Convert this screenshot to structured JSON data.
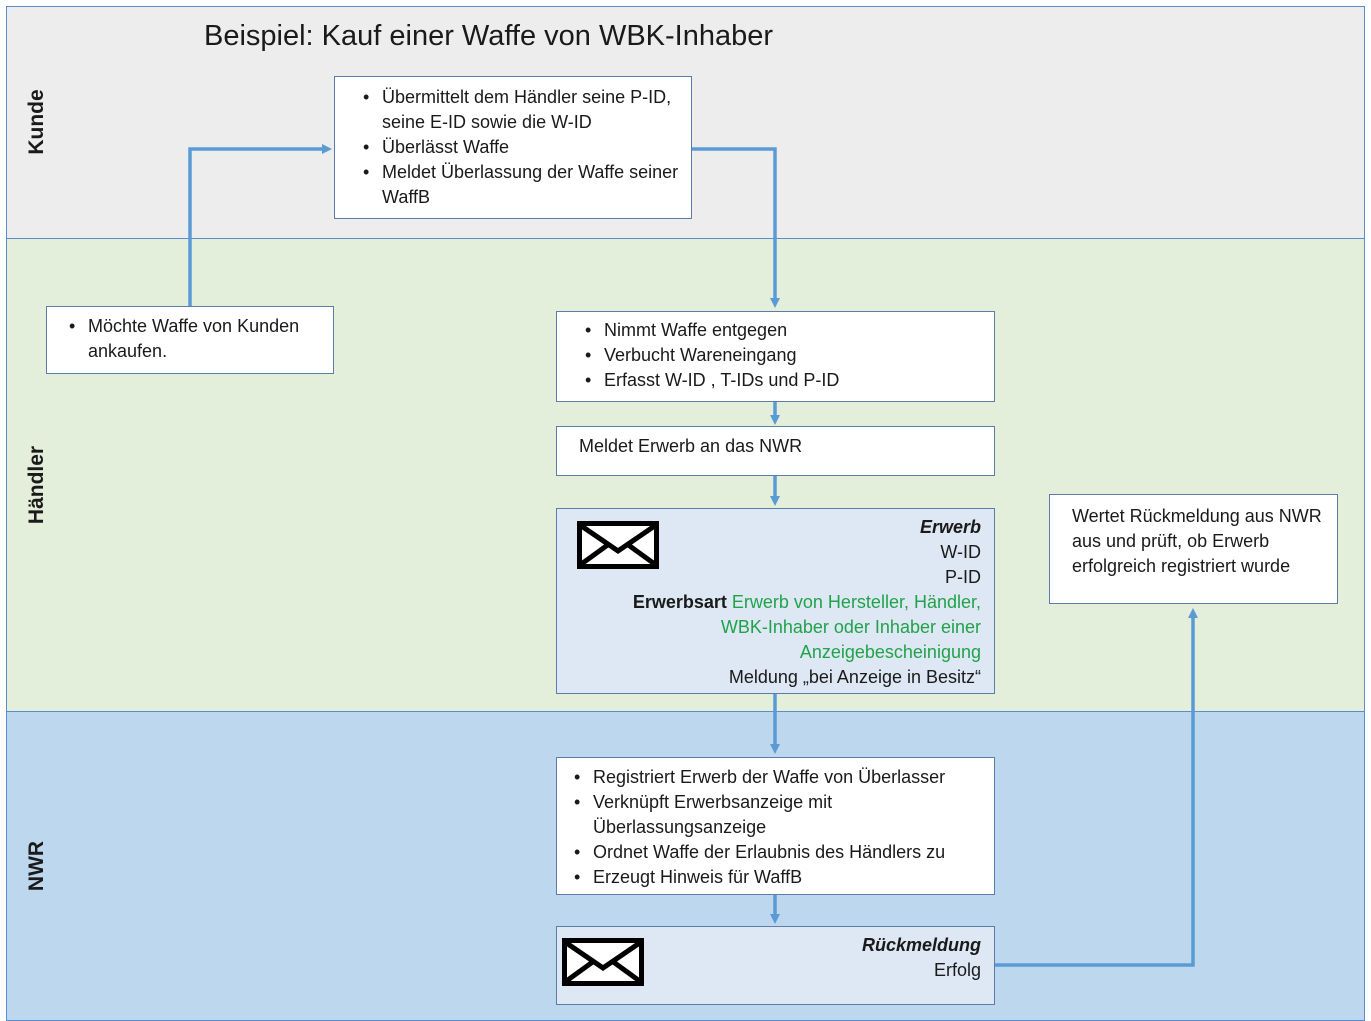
{
  "title": "Beispiel: Kauf einer Waffe von WBK-Inhaber",
  "lanes": {
    "kunde": "Kunde",
    "haendler": "Händler",
    "nwr": "NWR"
  },
  "kunde_box": {
    "items": [
      "Übermittelt dem Händler seine P-ID, seine E-ID sowie die W-ID",
      "Überlässt Waffe",
      "Meldet Überlassung der Waffe seiner WaffB"
    ]
  },
  "ankauf_box": {
    "items": [
      "Möchte Waffe von Kunden ankaufen."
    ]
  },
  "entgegen_box": {
    "items": [
      "Nimmt Waffe entgegen",
      "Verbucht Wareneingang",
      "Erfasst W-ID , T-IDs und P-ID"
    ]
  },
  "meldet_box": {
    "text": "Meldet Erwerb an das NWR"
  },
  "erwerb_msg": {
    "title": "Erwerb",
    "line1": "W-ID",
    "line2": "P-ID",
    "erwerbsart_label": "Erwerbsart",
    "erwerbsart_value_1": "Erwerb von Hersteller, Händler,",
    "erwerbsart_value_2": "WBK-Inhaber oder Inhaber einer",
    "erwerbsart_value_3": "Anzeigebescheinigung",
    "line_last": "Meldung „bei Anzeige in Besitz“"
  },
  "auswertung_box": {
    "text": "Wertet Rückmeldung aus NWR aus und prüft, ob Erwerb erfolgreich registriert wurde"
  },
  "nwr_box": {
    "items": [
      "Registriert Erwerb der Waffe von Überlasser",
      "Verknüpft Erwerbsanzeige mit Überlassungsanzeige",
      "Ordnet Waffe der Erlaubnis des Händlers zu",
      "Erzeugt Hinweis für WaffB"
    ]
  },
  "rueck_msg": {
    "title": "Rückmeldung",
    "line1": "Erfolg"
  },
  "colors": {
    "arrow": "#5b9bd5",
    "lane_kunde": "#ededed",
    "lane_haendler": "#e3eedb",
    "lane_nwr": "#bdd7ee",
    "green_text": "#21a24a"
  },
  "icons": [
    "envelope-icon"
  ]
}
